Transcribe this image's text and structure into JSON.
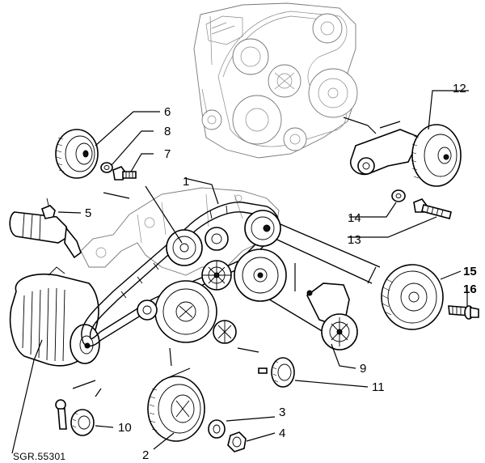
{
  "diagram": {
    "reference_code": "SGR.55301",
    "callouts": [
      {
        "id": "1",
        "label": "1"
      },
      {
        "id": "2",
        "label": "2"
      },
      {
        "id": "3",
        "label": "3"
      },
      {
        "id": "4",
        "label": "4"
      },
      {
        "id": "5",
        "label": "5"
      },
      {
        "id": "6",
        "label": "6"
      },
      {
        "id": "7",
        "label": "7"
      },
      {
        "id": "8",
        "label": "8"
      },
      {
        "id": "9",
        "label": "9"
      },
      {
        "id": "10",
        "label": "10"
      },
      {
        "id": "11",
        "label": "11"
      },
      {
        "id": "12",
        "label": "12"
      },
      {
        "id": "13",
        "label": "13"
      },
      {
        "id": "14",
        "label": "14"
      },
      {
        "id": "15",
        "label": "15"
      },
      {
        "id": "16",
        "label": "16"
      }
    ]
  }
}
